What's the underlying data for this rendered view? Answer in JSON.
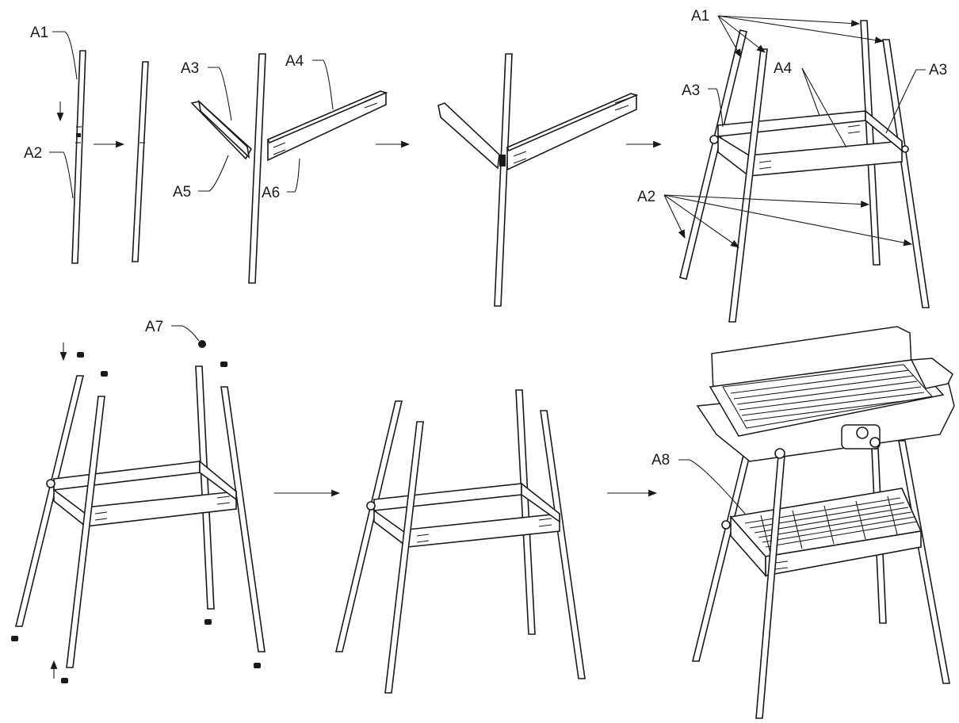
{
  "labels": {
    "a1": "A1",
    "a2": "A2",
    "a3": "A3",
    "a4": "A4",
    "a5": "A5",
    "a6": "A6",
    "a7": "A7",
    "a8": "A8"
  },
  "colors": {
    "ink": "#1a1a1a",
    "background": "#ffffff"
  }
}
